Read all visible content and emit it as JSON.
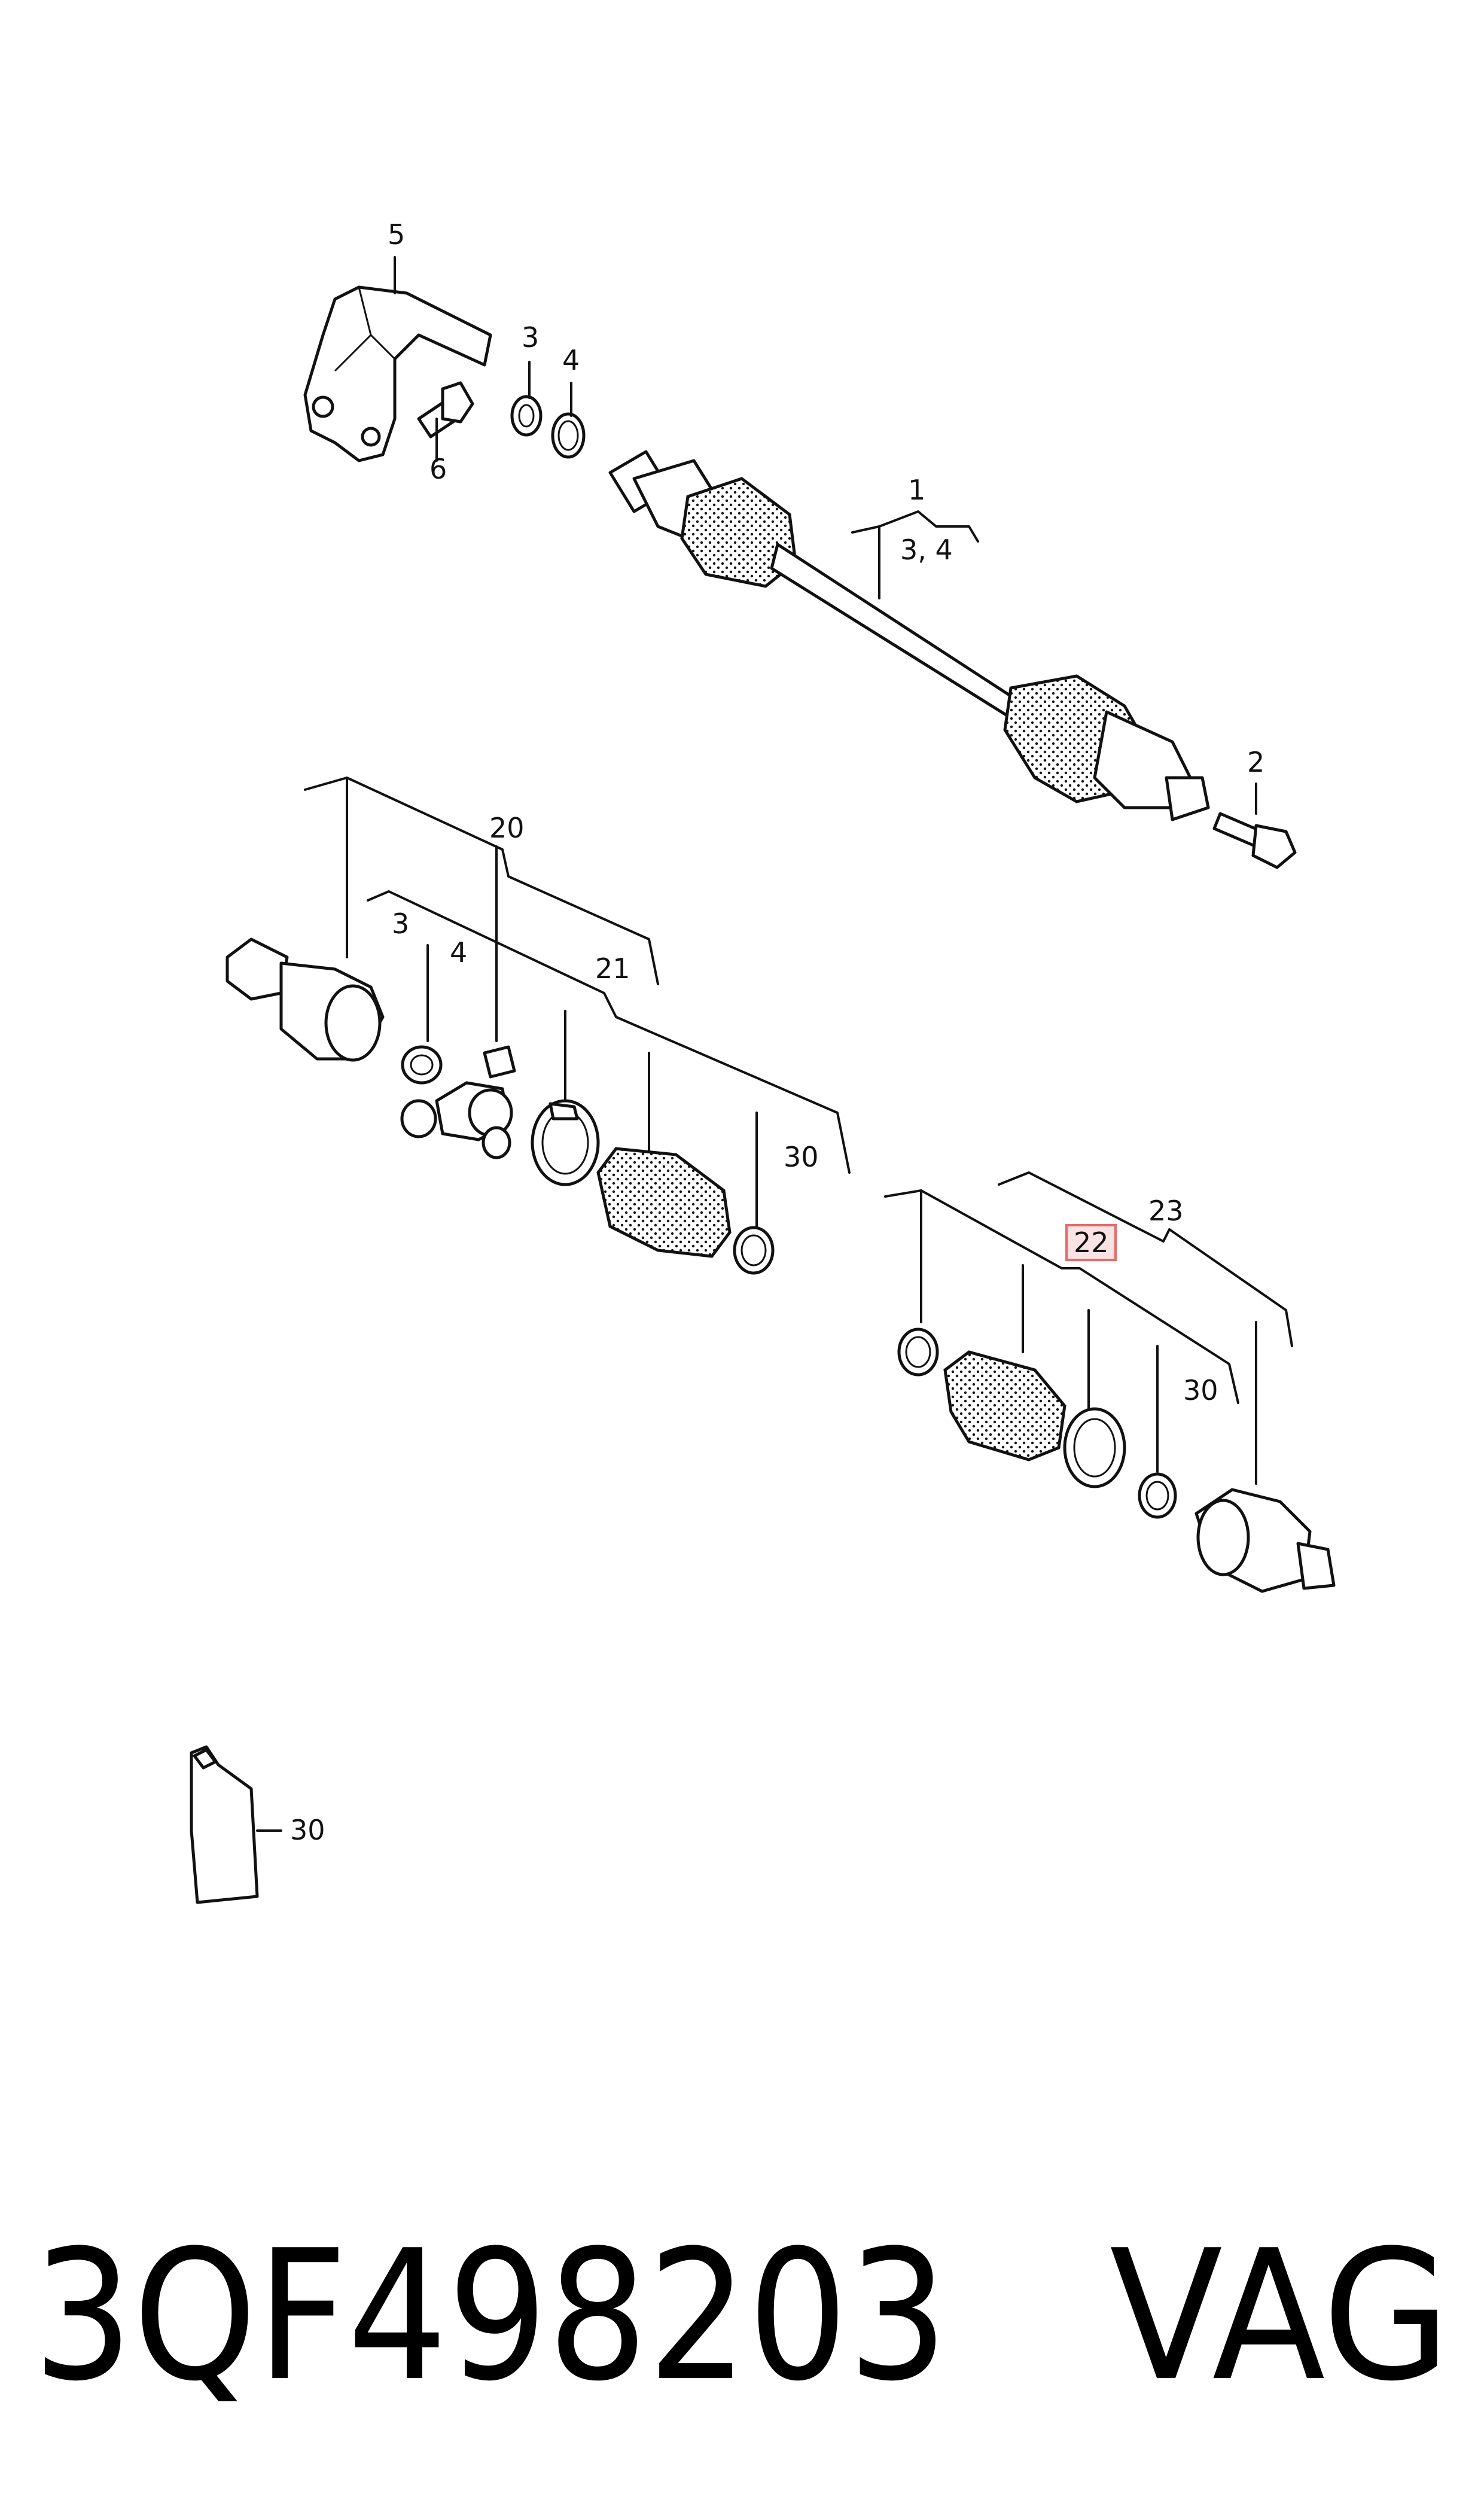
{
  "callouts": {
    "c1": "1",
    "c1_sub": "3, 4",
    "c2": "2",
    "c3_top": "3",
    "c4_top": "4",
    "c5": "5",
    "c6": "6",
    "c20": "20",
    "c21": "21",
    "c3_mid": "3",
    "c4_mid": "4",
    "c30_left": "30",
    "c23": "23",
    "c22": "22",
    "c30_right": "30",
    "c30_tube": "30"
  },
  "footer": {
    "part_number": "3QF498203",
    "brand": "VAG"
  },
  "colors": {
    "line": "#111111",
    "highlight_fill": "#fbe3e3",
    "highlight_stroke": "#e36b6b"
  }
}
